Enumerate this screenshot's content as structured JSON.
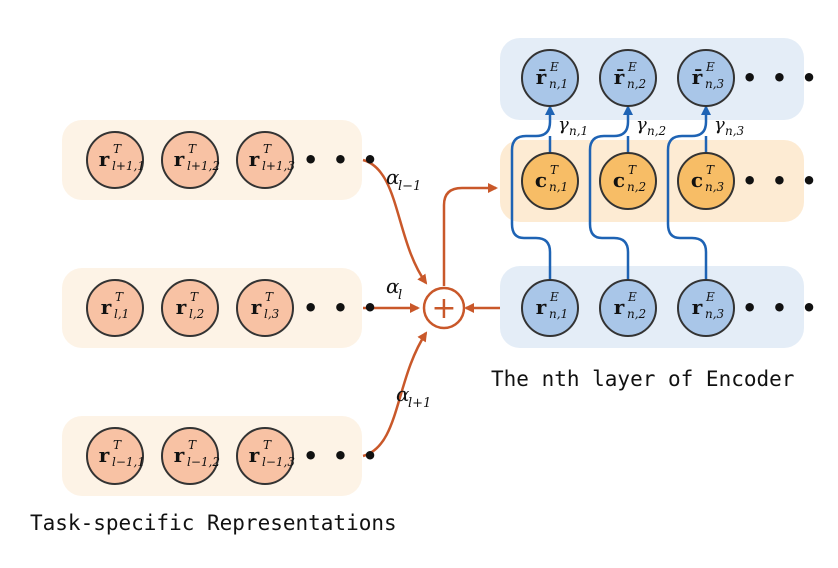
{
  "colors": {
    "salmon_node": "#f8c2a4",
    "orange_node": "#f7bd66",
    "blue_node": "#a9c6e8",
    "orange_arrow": "#c9582a",
    "blue_arrow": "#1e63b4"
  },
  "left_rows": [
    {
      "nodes": [
        {
          "base": "r",
          "sup": "T",
          "sub": "l+1,1"
        },
        {
          "base": "r",
          "sup": "T",
          "sub": "l+1,2"
        },
        {
          "base": "r",
          "sup": "T",
          "sub": "l+1,3"
        }
      ],
      "weight": {
        "sym": "α",
        "sub": "l−1"
      }
    },
    {
      "nodes": [
        {
          "base": "r",
          "sup": "T",
          "sub": "l,1"
        },
        {
          "base": "r",
          "sup": "T",
          "sub": "l,2"
        },
        {
          "base": "r",
          "sup": "T",
          "sub": "l,3"
        }
      ],
      "weight": {
        "sym": "α",
        "sub": "l"
      }
    },
    {
      "nodes": [
        {
          "base": "r",
          "sup": "T",
          "sub": "l−1,1"
        },
        {
          "base": "r",
          "sup": "T",
          "sub": "l−1,2"
        },
        {
          "base": "r",
          "sup": "T",
          "sub": "l−1,3"
        }
      ],
      "weight": {
        "sym": "α",
        "sub": "l+1"
      }
    }
  ],
  "right_rows": {
    "top": [
      {
        "base": "r̄",
        "sup": "E",
        "sub": "n,1"
      },
      {
        "base": "r̄",
        "sup": "E",
        "sub": "n,2"
      },
      {
        "base": "r̄",
        "sup": "E",
        "sub": "n,3"
      }
    ],
    "middle": [
      {
        "base": "c",
        "sup": "T",
        "sub": "n,1"
      },
      {
        "base": "c",
        "sup": "T",
        "sub": "n,2"
      },
      {
        "base": "c",
        "sup": "T",
        "sub": "n,3"
      }
    ],
    "bottom": [
      {
        "base": "r",
        "sup": "E",
        "sub": "n,1"
      },
      {
        "base": "r",
        "sup": "E",
        "sub": "n,2"
      },
      {
        "base": "r",
        "sup": "E",
        "sub": "n,3"
      }
    ]
  },
  "gates": [
    {
      "sym": "γ",
      "sub": "n,1"
    },
    {
      "sym": "γ",
      "sub": "n,2"
    },
    {
      "sym": "γ",
      "sub": "n,3"
    }
  ],
  "ellipsis": "• • •",
  "sum_symbol": "+",
  "captions": {
    "encoder": "The nth layer of Encoder",
    "task": "Task-specific Representations"
  }
}
